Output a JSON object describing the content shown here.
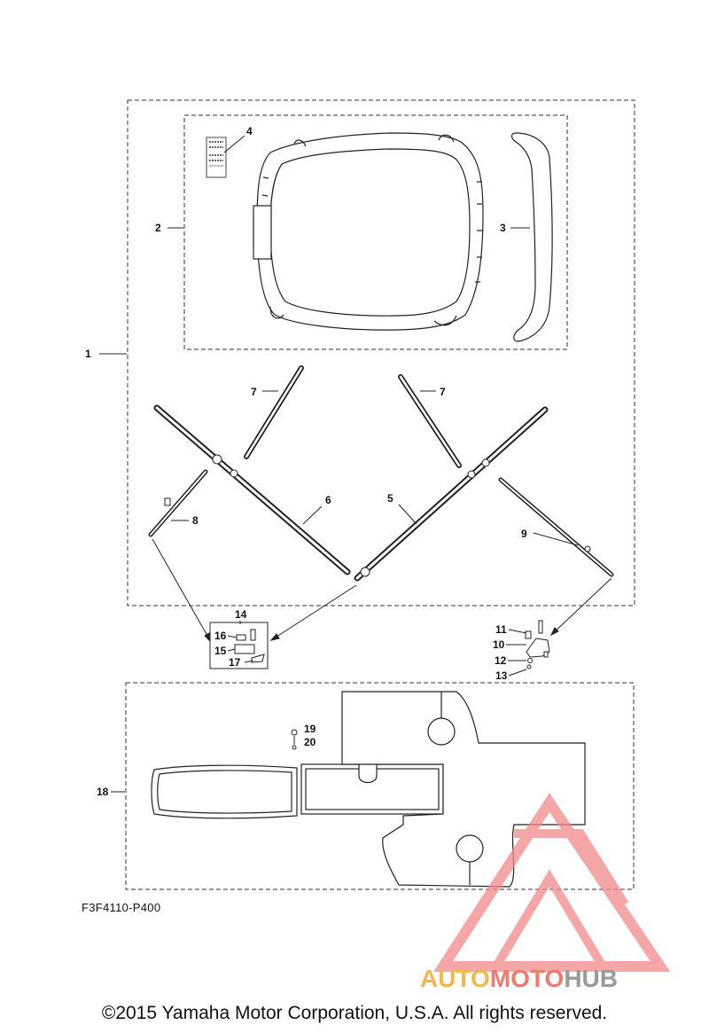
{
  "callouts": {
    "c1": "1",
    "c2": "2",
    "c3": "3",
    "c4": "4",
    "c5": "5",
    "c6": "6",
    "c7a": "7",
    "c7b": "7",
    "c8": "8",
    "c9": "9",
    "c10": "10",
    "c11": "11",
    "c12": "12",
    "c13": "13",
    "c14": "14",
    "c15": "15",
    "c16": "16",
    "c17": "17",
    "c18": "18",
    "c19": "19",
    "c20": "20"
  },
  "diagram_code": "F3F4110-P400",
  "copyright": "©2015 Yamaha Motor Corporation, U.S.A. All rights reserved.",
  "watermark": {
    "part1": "AUTO",
    "part2": "MOTO",
    "part3": "HUB",
    "colors": {
      "auto": "#f2b64c",
      "moto": "#ef7b6f",
      "hub": "#9a9a9a",
      "logo": "#f28a8a"
    }
  }
}
